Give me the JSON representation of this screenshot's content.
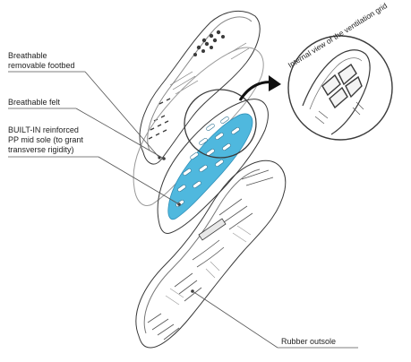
{
  "callouts": {
    "footbed": {
      "line1": "Breathable",
      "line2": "removable footbed"
    },
    "felt": {
      "text": "Breathable felt"
    },
    "midsole": {
      "line1": "BUILT-IN reinforced",
      "line2": "PP mid sole (to grant",
      "line3": "transverse rigidity)"
    },
    "outsole": {
      "text": "Rubber outsole"
    }
  },
  "inset": {
    "caption": "Internal view of the ventilation grid"
  },
  "colors": {
    "sketch_line": "#3a3a3a",
    "light_line": "#9a9a9a",
    "ventilation_blue": "#4fb8de",
    "background": "#ffffff"
  },
  "icons": {
    "arrow": "curved-arrow-icon"
  }
}
